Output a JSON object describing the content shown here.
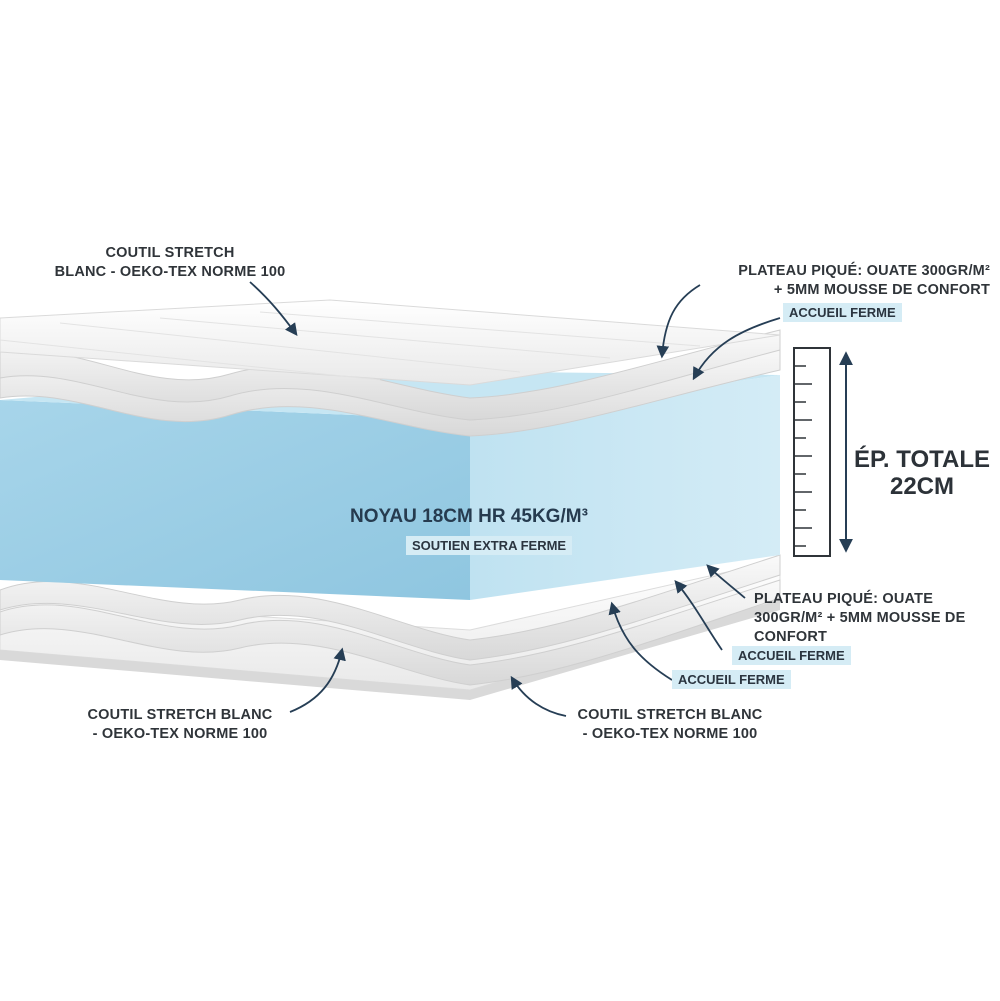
{
  "labels": {
    "top_cover": [
      "COUTIL STRETCH",
      "BLANC - OEKO-TEX NORME 100"
    ],
    "top_plateau": [
      "PLATEAU PIQUÉ: OUATE 300GR/M²",
      "+ 5MM MOUSSE DE CONFORT"
    ],
    "top_plateau_badge": "ACCUEIL FERME",
    "core_title": "NOYAU 18CM HR 45KG/M³",
    "core_badge": "SOUTIEN EXTRA FERME",
    "thickness": [
      "ÉP. TOTALE",
      "22CM"
    ],
    "bottom_plateau": [
      "PLATEAU PIQUÉ: OUATE",
      "300GR/M² + 5MM MOUSSE DE",
      "CONFORT"
    ],
    "bottom_plateau_badge": "ACCUEIL FERME",
    "bottom_badge_2": "ACCUEIL FERME",
    "bottom_cover_left": [
      "COUTIL STRETCH BLANC",
      "- OEKO-TEX NORME 100"
    ],
    "bottom_cover_right": [
      "COUTIL STRETCH BLANC",
      "- OEKO-TEX NORME 100"
    ]
  },
  "colors": {
    "foam_front": "#9fd0e8",
    "foam_top": "#b7dff0",
    "cover": "#f3f3f3",
    "arrow": "#263e55"
  }
}
